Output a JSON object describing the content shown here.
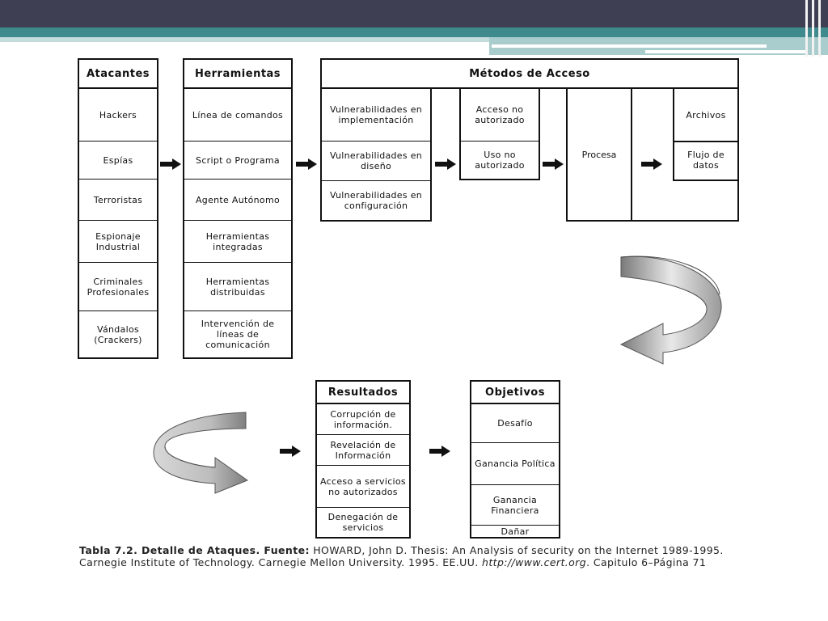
{
  "atacantes": {
    "header": "Atacantes",
    "items": [
      "Hackers",
      "Espías",
      "Terroristas",
      "Espionaje Industrial",
      "Criminales Profesionales",
      "Vándalos (Crackers)"
    ]
  },
  "herramientas": {
    "header": "Herramientas",
    "items": [
      "Línea de comandos",
      "Script o Programa",
      "Agente Autónomo",
      "Herramientas integradas",
      "Herramientas distribuidas",
      "Intervención de líneas de comunicación"
    ]
  },
  "metodos": {
    "header": "Métodos de Acceso",
    "vulnerabilidades": [
      "Vulnerabilidades en implementación",
      "Vulnerabilidades en diseño",
      "Vulnerabilidades en configuración"
    ],
    "acceso": [
      "Acceso no autorizado",
      "Uso no autorizado"
    ],
    "procesa": "Procesa",
    "destino": [
      "Archivos",
      "Flujo de datos"
    ]
  },
  "resultados": {
    "header": "Resultados",
    "items": [
      "Corrupción de información.",
      "Revelación de Información",
      "Acceso a servicios no autorizados",
      "Denegación de servicios"
    ]
  },
  "objetivos": {
    "header": "Objetivos",
    "items": [
      "Desafío",
      "Ganancia Política",
      "Ganancia Financiera",
      "Dañar"
    ]
  },
  "caption": {
    "label": "Tabla 7.2. Detalle de Ataques. Fuente:",
    "text": " HOWARD, John D. Thesis: An Analysis of security on the Internet 1989-1995. Carnegie Institute of Technology. Carnegie Mellon University. 1995. EE.UU. ",
    "url": "http://www.cert.org",
    "tail": ". Capitulo 6–Página 71"
  },
  "colors": {
    "header_dark": "#3f3f54",
    "header_teal": "#3f8a8c",
    "header_light": "#a9cccc"
  }
}
